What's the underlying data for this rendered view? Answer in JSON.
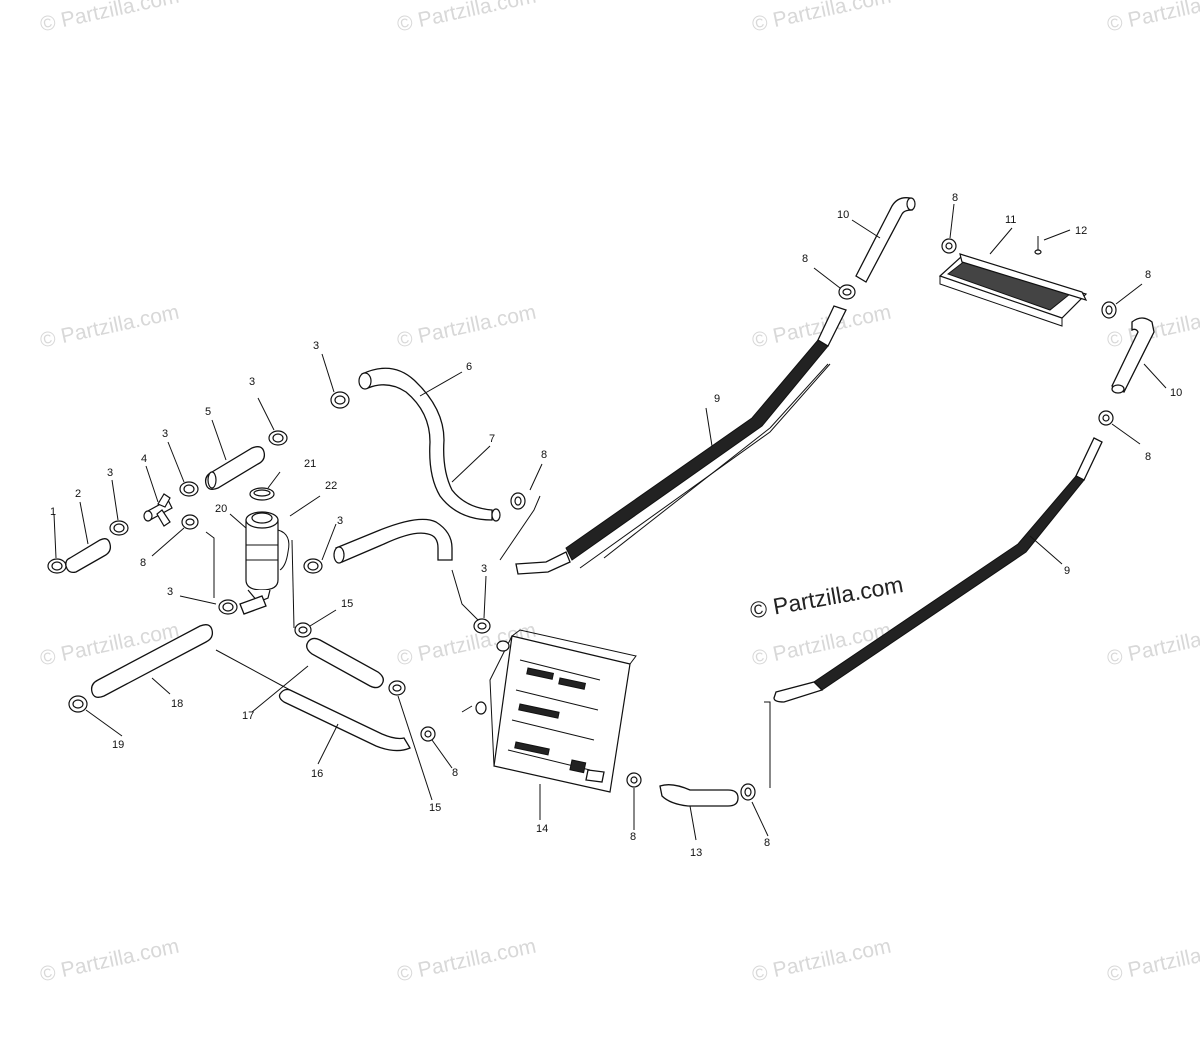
{
  "watermark": {
    "text": "© Partzilla.com",
    "tiles": [
      "© Partzilla.com",
      "© Partzilla.com",
      "© Partzilla.com",
      "© Partzilla.com",
      "© Partzilla.com",
      "© Partzilla.com",
      "© Partzilla.com",
      "© Partzilla.com",
      "© Partzilla.com",
      "© Partzilla.com",
      "© Partzilla.com",
      "© Partzilla.com",
      "© Partzilla.com",
      "© Partzilla.com",
      "© Partzilla.com",
      "© Partzilla.com"
    ]
  },
  "main_watermark": "© Partzilla.com",
  "callouts": {
    "c1": "1",
    "c2": "2",
    "c3a": "3",
    "c3b": "3",
    "c3c": "3",
    "c3d": "3",
    "c3e": "3",
    "c3f": "3",
    "c3g": "3",
    "c4": "4",
    "c5": "5",
    "c6": "6",
    "c7": "7",
    "c8a": "8",
    "c8b": "8",
    "c8c": "8",
    "c8d": "8",
    "c8e": "8",
    "c8f": "8",
    "c8g": "8",
    "c8h": "8",
    "c8i": "8",
    "c9a": "9",
    "c9b": "9",
    "c10a": "10",
    "c10b": "10",
    "c11": "11",
    "c12": "12",
    "c13": "13",
    "c14": "14",
    "c15a": "15",
    "c15b": "15",
    "c16": "16",
    "c17": "17",
    "c18": "18",
    "c19": "19",
    "c20": "20",
    "c21": "21",
    "c22": "22"
  }
}
